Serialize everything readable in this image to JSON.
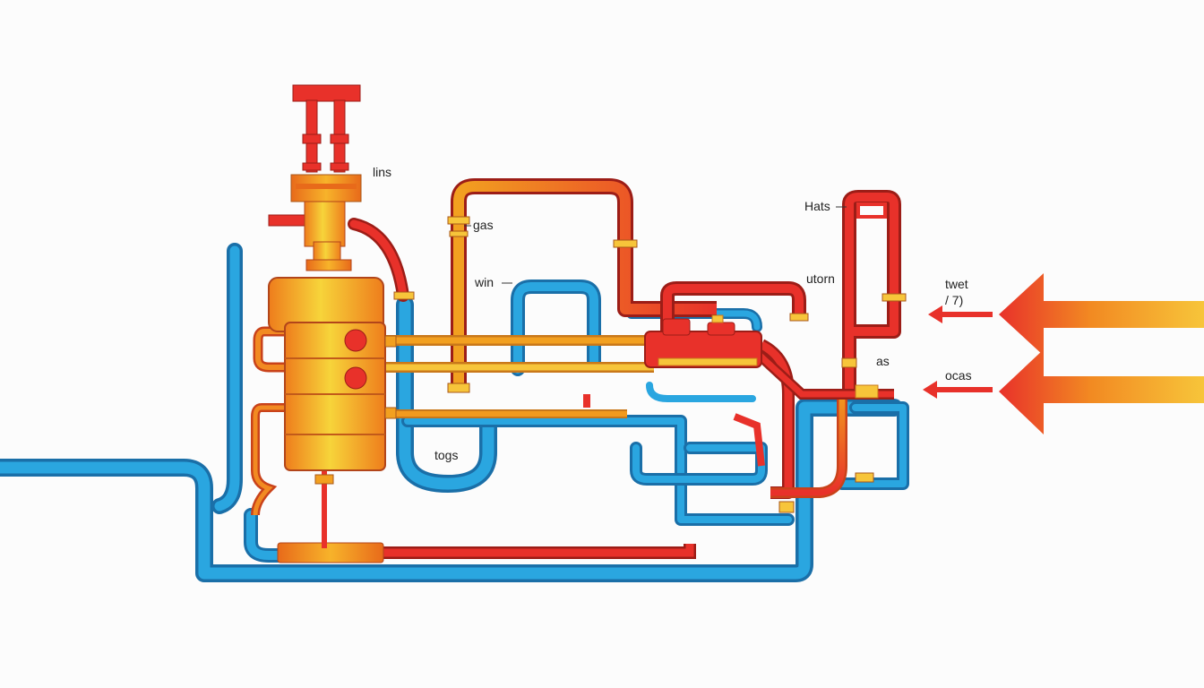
{
  "colors": {
    "cold_pipe": "#2aa6e0",
    "cold_pipe_edge": "#1a6fa8",
    "hot_pipe": "#e8312a",
    "hot_pipe_edge": "#9c1d17",
    "warm_pipe": "#f29a1e",
    "vessel_light": "#f7d43a",
    "vessel_dark": "#ee7d1c",
    "label_text": "#222222",
    "background": "#fcfcfc"
  },
  "labels": {
    "lins": "lins",
    "gas": "gas",
    "win": "win",
    "togs": "togs",
    "hats": "Hats",
    "utorn": "utorn",
    "as": "as",
    "twet": "twet",
    "twet_sub": "/ 7)",
    "ocas": "ocas"
  },
  "inlet_arrows": [
    {
      "name": "upper-inlet-arrow",
      "icon": "arrow-left-icon"
    },
    {
      "name": "lower-inlet-arrow",
      "icon": "arrow-left-icon"
    }
  ]
}
